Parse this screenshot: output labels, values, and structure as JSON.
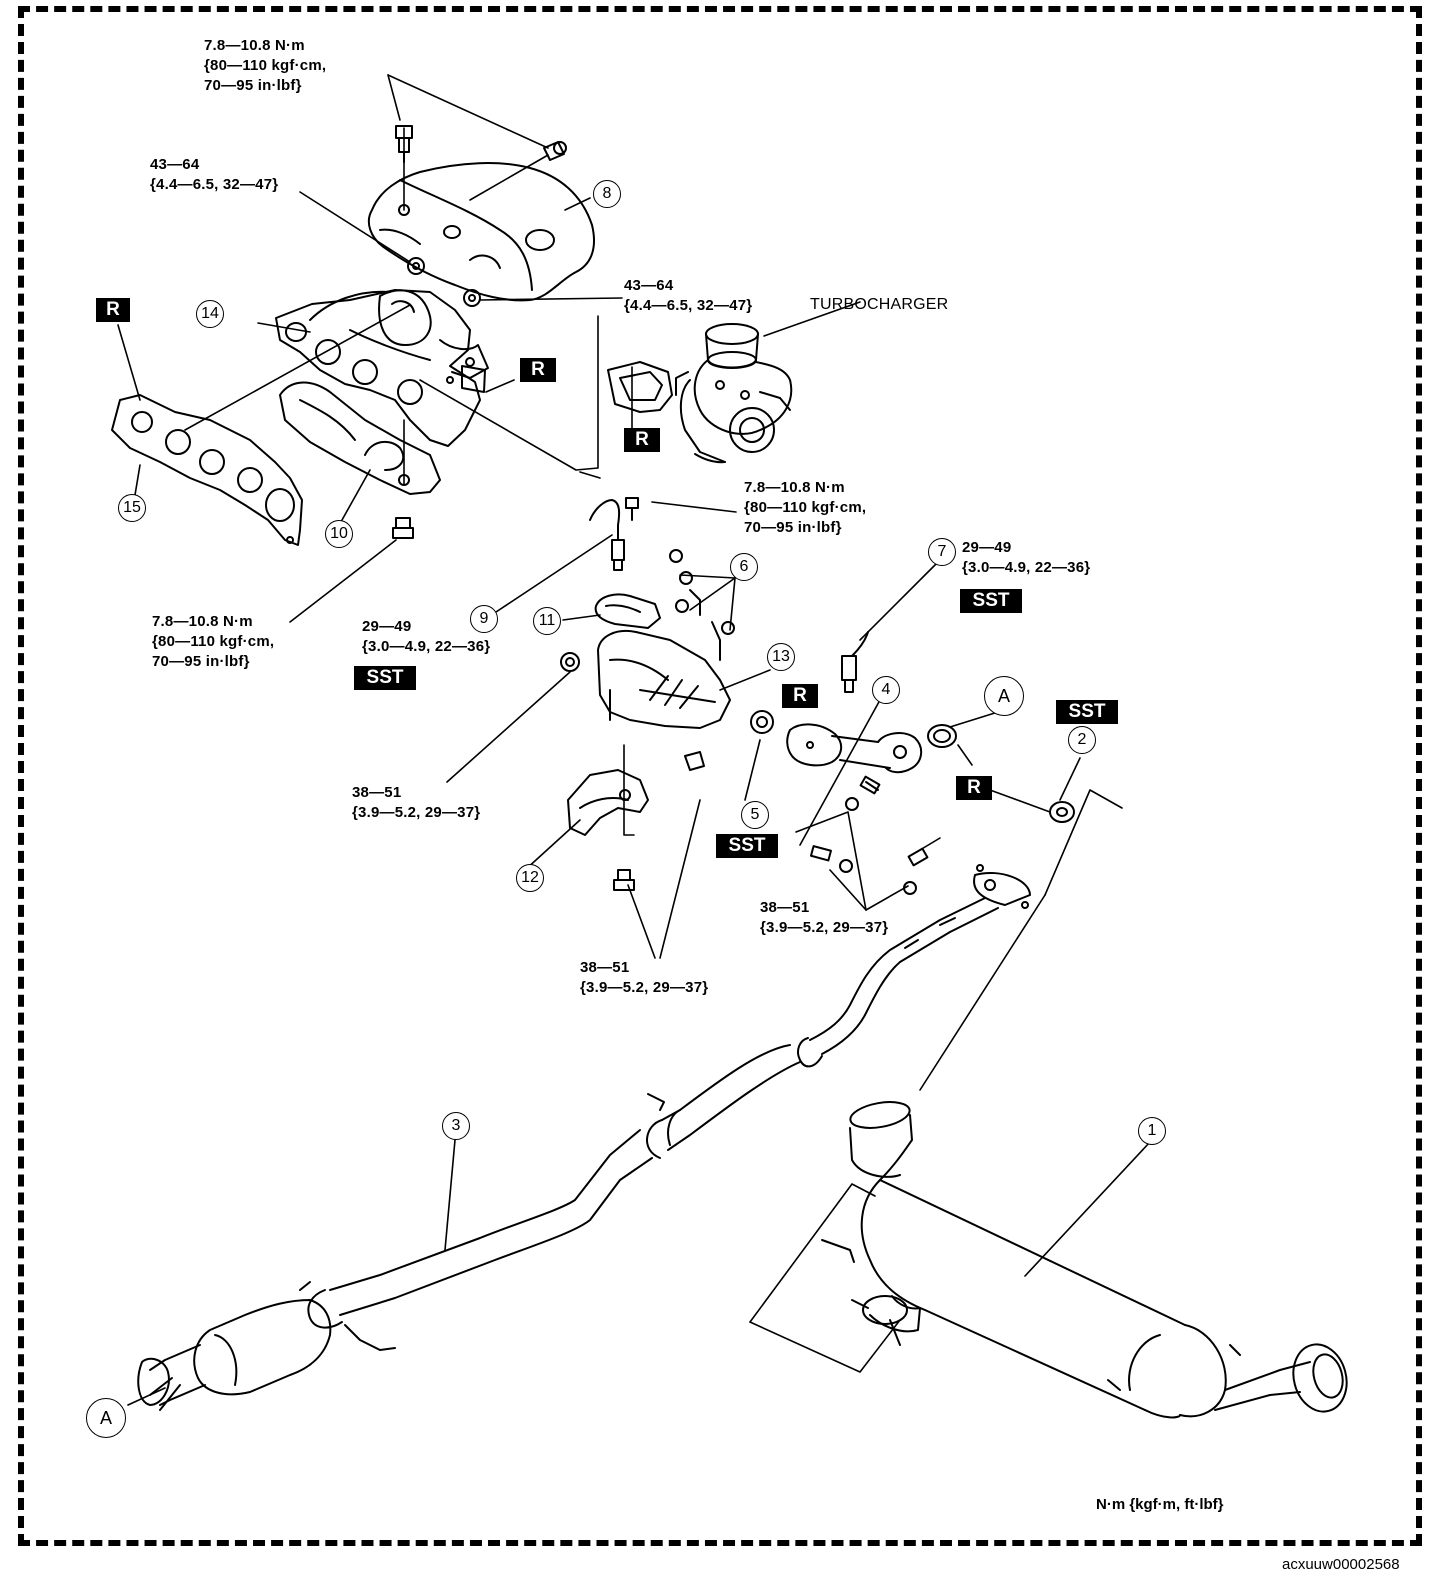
{
  "torque_specs": {
    "t_top": [
      "7.8—10.8 N·m",
      "{80—110 kgf·cm,",
      "70—95 in·lbf}"
    ],
    "t_43a": [
      "43—64",
      "{4.4—6.5, 32—47}"
    ],
    "t_43b": [
      "43—64",
      "{4.4—6.5, 32—47}"
    ],
    "t_78mid": [
      "7.8—10.8 N·m",
      "{80—110 kgf·cm,",
      "70—95 in·lbf}"
    ],
    "t_78left": [
      "7.8—10.8 N·m",
      "{80—110 kgf·cm,",
      "70—95 in·lbf}"
    ],
    "t_29a": [
      "29—49",
      "{3.0—4.9, 22—36}"
    ],
    "t_29b": [
      "29—49",
      "{3.0—4.9, 22—36}"
    ],
    "t_38a": [
      "38—51",
      "{3.9—5.2, 29—37}"
    ],
    "t_38b": [
      "38—51",
      "{3.9—5.2, 29—37}"
    ],
    "t_38c": [
      "38—51",
      "{3.9—5.2, 29—37}"
    ]
  },
  "component_labels": {
    "turbocharger": "TURBOCHARGER"
  },
  "badges": {
    "replace": "R",
    "special_tool": "SST"
  },
  "part_numbers": [
    "1",
    "2",
    "3",
    "4",
    "5",
    "6",
    "7",
    "8",
    "9",
    "10",
    "11",
    "12",
    "13",
    "14",
    "15"
  ],
  "reference_marks": {
    "a": "A"
  },
  "units_note": "N·m {kgf·m, ft·lbf}",
  "figure_code": "acxuuw00002568"
}
